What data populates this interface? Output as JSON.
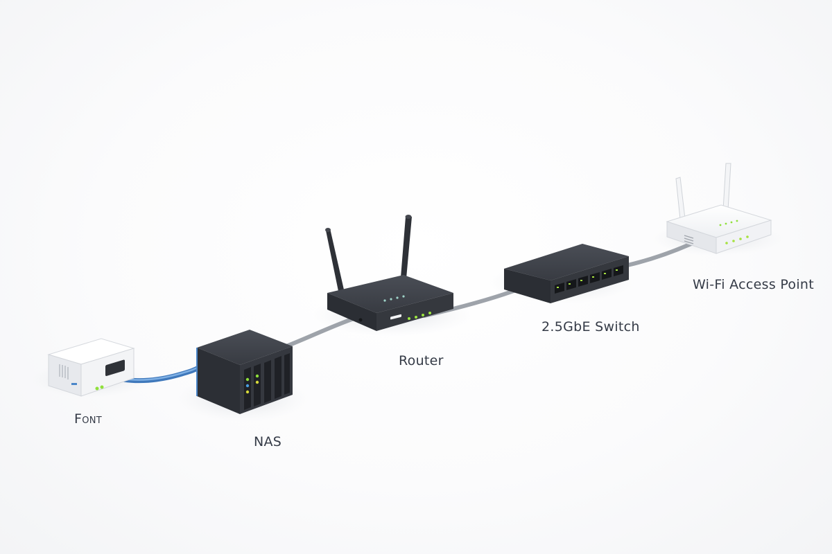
{
  "devices": {
    "ont": {
      "label": "Font"
    },
    "nas": {
      "label": "NAS"
    },
    "router": {
      "label": "Router"
    },
    "switch": {
      "label": "2.5GbE Switch"
    },
    "access_point": {
      "label": "Wi-Fi Access Point"
    }
  },
  "connections": [
    {
      "from": "ont",
      "to": "nas",
      "cable": "blue-ethernet"
    },
    {
      "from": "nas",
      "to": "router",
      "cable": "gray-ethernet"
    },
    {
      "from": "router",
      "to": "switch",
      "cable": "gray-ethernet"
    },
    {
      "from": "switch",
      "to": "access_point",
      "cable": "gray-ethernet"
    }
  ],
  "colors": {
    "dark_device": "#33363d",
    "light_device": "#eceef1",
    "cable_blue": "#4a86c9",
    "cable_gray": "#9ea3aa",
    "led_green": "#8fe03a",
    "label_text": "#343a46"
  }
}
